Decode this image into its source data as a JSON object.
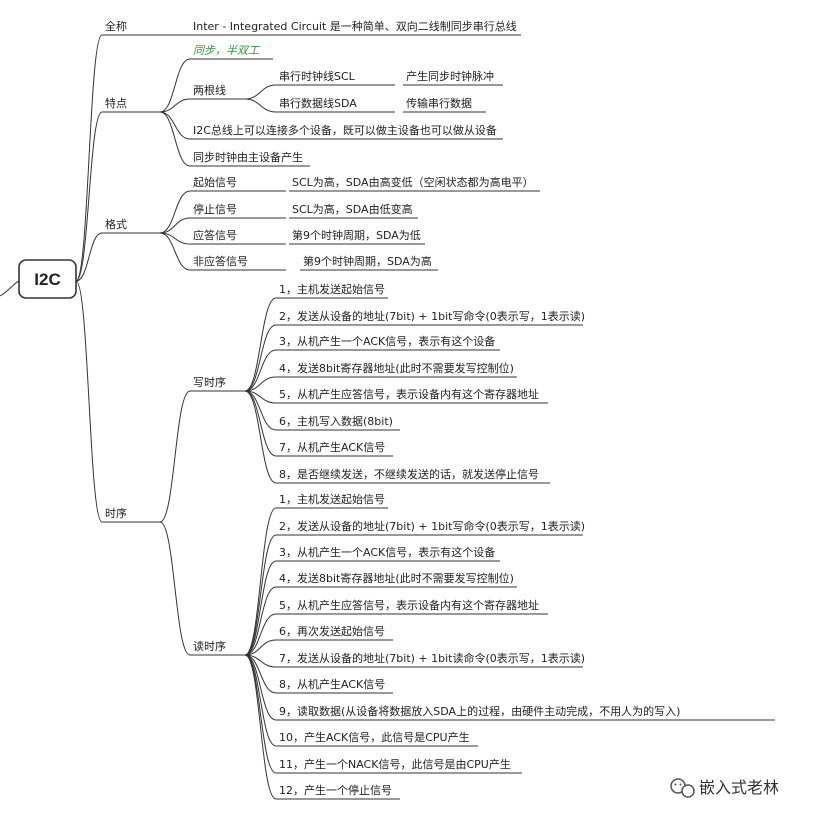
{
  "root": "I2C",
  "branches": [
    {
      "label": "全称",
      "children": [
        {
          "label": "Inter - Integrated Circuit 是一种简单、双向二线制同步串行总线"
        }
      ]
    },
    {
      "label": "特点",
      "children": [
        {
          "label": "同步，半双工",
          "highlight": true
        },
        {
          "label": "两根线",
          "children": [
            {
              "label": "串行时钟线SCL",
              "children": [
                {
                  "label": "产生同步时钟脉冲"
                }
              ]
            },
            {
              "label": "串行数据线SDA",
              "children": [
                {
                  "label": "传输串行数据"
                }
              ]
            }
          ]
        },
        {
          "label": "I2C总线上可以连接多个设备，既可以做主设备也可以做从设备"
        },
        {
          "label": "同步时钟由主设备产生"
        }
      ]
    },
    {
      "label": "格式",
      "children": [
        {
          "label": "起始信号",
          "children": [
            {
              "label": "SCL为高，SDA由高变低（空闲状态都为高电平）"
            }
          ]
        },
        {
          "label": "停止信号",
          "children": [
            {
              "label": "SCL为高，SDA由低变高"
            }
          ]
        },
        {
          "label": "应答信号",
          "children": [
            {
              "label": "第9个时钟周期，SDA为低"
            }
          ]
        },
        {
          "label": "非应答信号",
          "children": [
            {
              "label": "第9个时钟周期，SDA为高"
            }
          ]
        }
      ]
    },
    {
      "label": "时序",
      "children": [
        {
          "label": "写时序",
          "children": [
            {
              "label": "1，主机发送起始信号"
            },
            {
              "label": "2，发送从设备的地址(7bit) + 1bit写命令(0表示写，1表示读)"
            },
            {
              "label": "3，从机产生一个ACK信号，表示有这个设备"
            },
            {
              "label": "4，发送8bit寄存器地址(此时不需要发写控制位)"
            },
            {
              "label": "5，从机产生应答信号，表示设备内有这个寄存器地址"
            },
            {
              "label": "6，主机写入数据(8bit)"
            },
            {
              "label": "7，从机产生ACK信号"
            },
            {
              "label": "8，是否继续发送，不继续发送的话，就发送停止信号"
            }
          ]
        },
        {
          "label": "读时序",
          "children": [
            {
              "label": "1，主机发送起始信号"
            },
            {
              "label": "2，发送从设备的地址(7bit) + 1bit写命令(0表示写，1表示读)"
            },
            {
              "label": "3，从机产生一个ACK信号，表示有这个设备"
            },
            {
              "label": "4，发送8bit寄存器地址(此时不需要发写控制位)"
            },
            {
              "label": "5，从机产生应答信号，表示设备内有这个寄存器地址"
            },
            {
              "label": "6，再次发送起始信号"
            },
            {
              "label": "7，发送从设备的地址(7bit) + 1bit读命令(0表示写，1表示读)"
            },
            {
              "label": "8，从机产生ACK信号"
            },
            {
              "label": "9，读取数据(从设备将数据放入SDA上的过程，由硬件主动完成，不用人为的写入)"
            },
            {
              "label": "10，产生ACK信号，此信号是CPU产生"
            },
            {
              "label": "11，产生一个NACK信号，此信号是由CPU产生"
            },
            {
              "label": "12，产生一个停止信号"
            }
          ]
        }
      ]
    }
  ],
  "watermark": "嵌入式老林",
  "watermark_icon": "wechat-icon",
  "colors": {
    "line": "#333333",
    "highlight": "#2e9a3c",
    "text": "#222222"
  }
}
